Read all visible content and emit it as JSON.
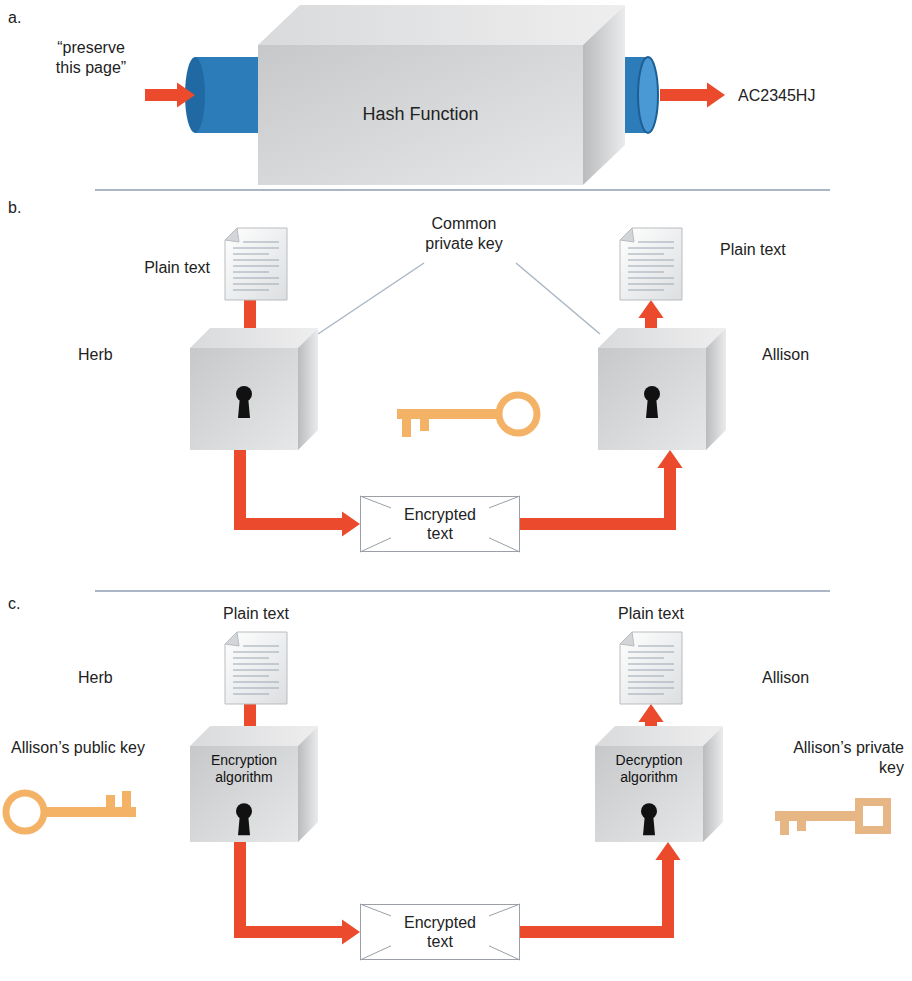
{
  "diagram": {
    "nodes": [
      {
        "text": [
          "Hash Function"
        ]
      },
      {
        "text": [
          "Plain text"
        ]
      },
      {
        "text": [
          "Herb"
        ]
      },
      {
        "text": [
          "Encrypted text"
        ]
      },
      {
        "text": [
          "Allison"
        ]
      },
      {
        "text": [
          "Plain text"
        ]
      },
      {
        "text": [
          "Plain text"
        ]
      },
      {
        "text": [
          "Encryption algorithm"
        ]
      },
      {
        "text": [
          "Encrypted text"
        ]
      },
      {
        "text": [
          "Decryption algorithm"
        ]
      },
      {
        "text": [
          "Plain text"
        ]
      }
    ],
    "edges": [
      {
        "from": 1,
        "to": 2,
        "arrow": "none"
      },
      {
        "from": 2,
        "to": 3,
        "arrow": "to"
      },
      {
        "from": 3,
        "to": 4,
        "arrow": "to"
      },
      {
        "from": 4,
        "to": 5,
        "arrow": "to"
      },
      {
        "from": 6,
        "to": 7,
        "arrow": "none"
      },
      {
        "from": 7,
        "to": 8,
        "arrow": "to"
      },
      {
        "from": 8,
        "to": 9,
        "arrow": "to"
      },
      {
        "from": 9,
        "to": 10,
        "arrow": "to"
      }
    ],
    "labels": [
      "a.",
      "“preserve this page”",
      "AC2345HJ",
      "b.",
      "Common private key",
      "c.",
      "Herb",
      "Allison",
      "Allison’s public key",
      "Allison’s private key"
    ]
  }
}
